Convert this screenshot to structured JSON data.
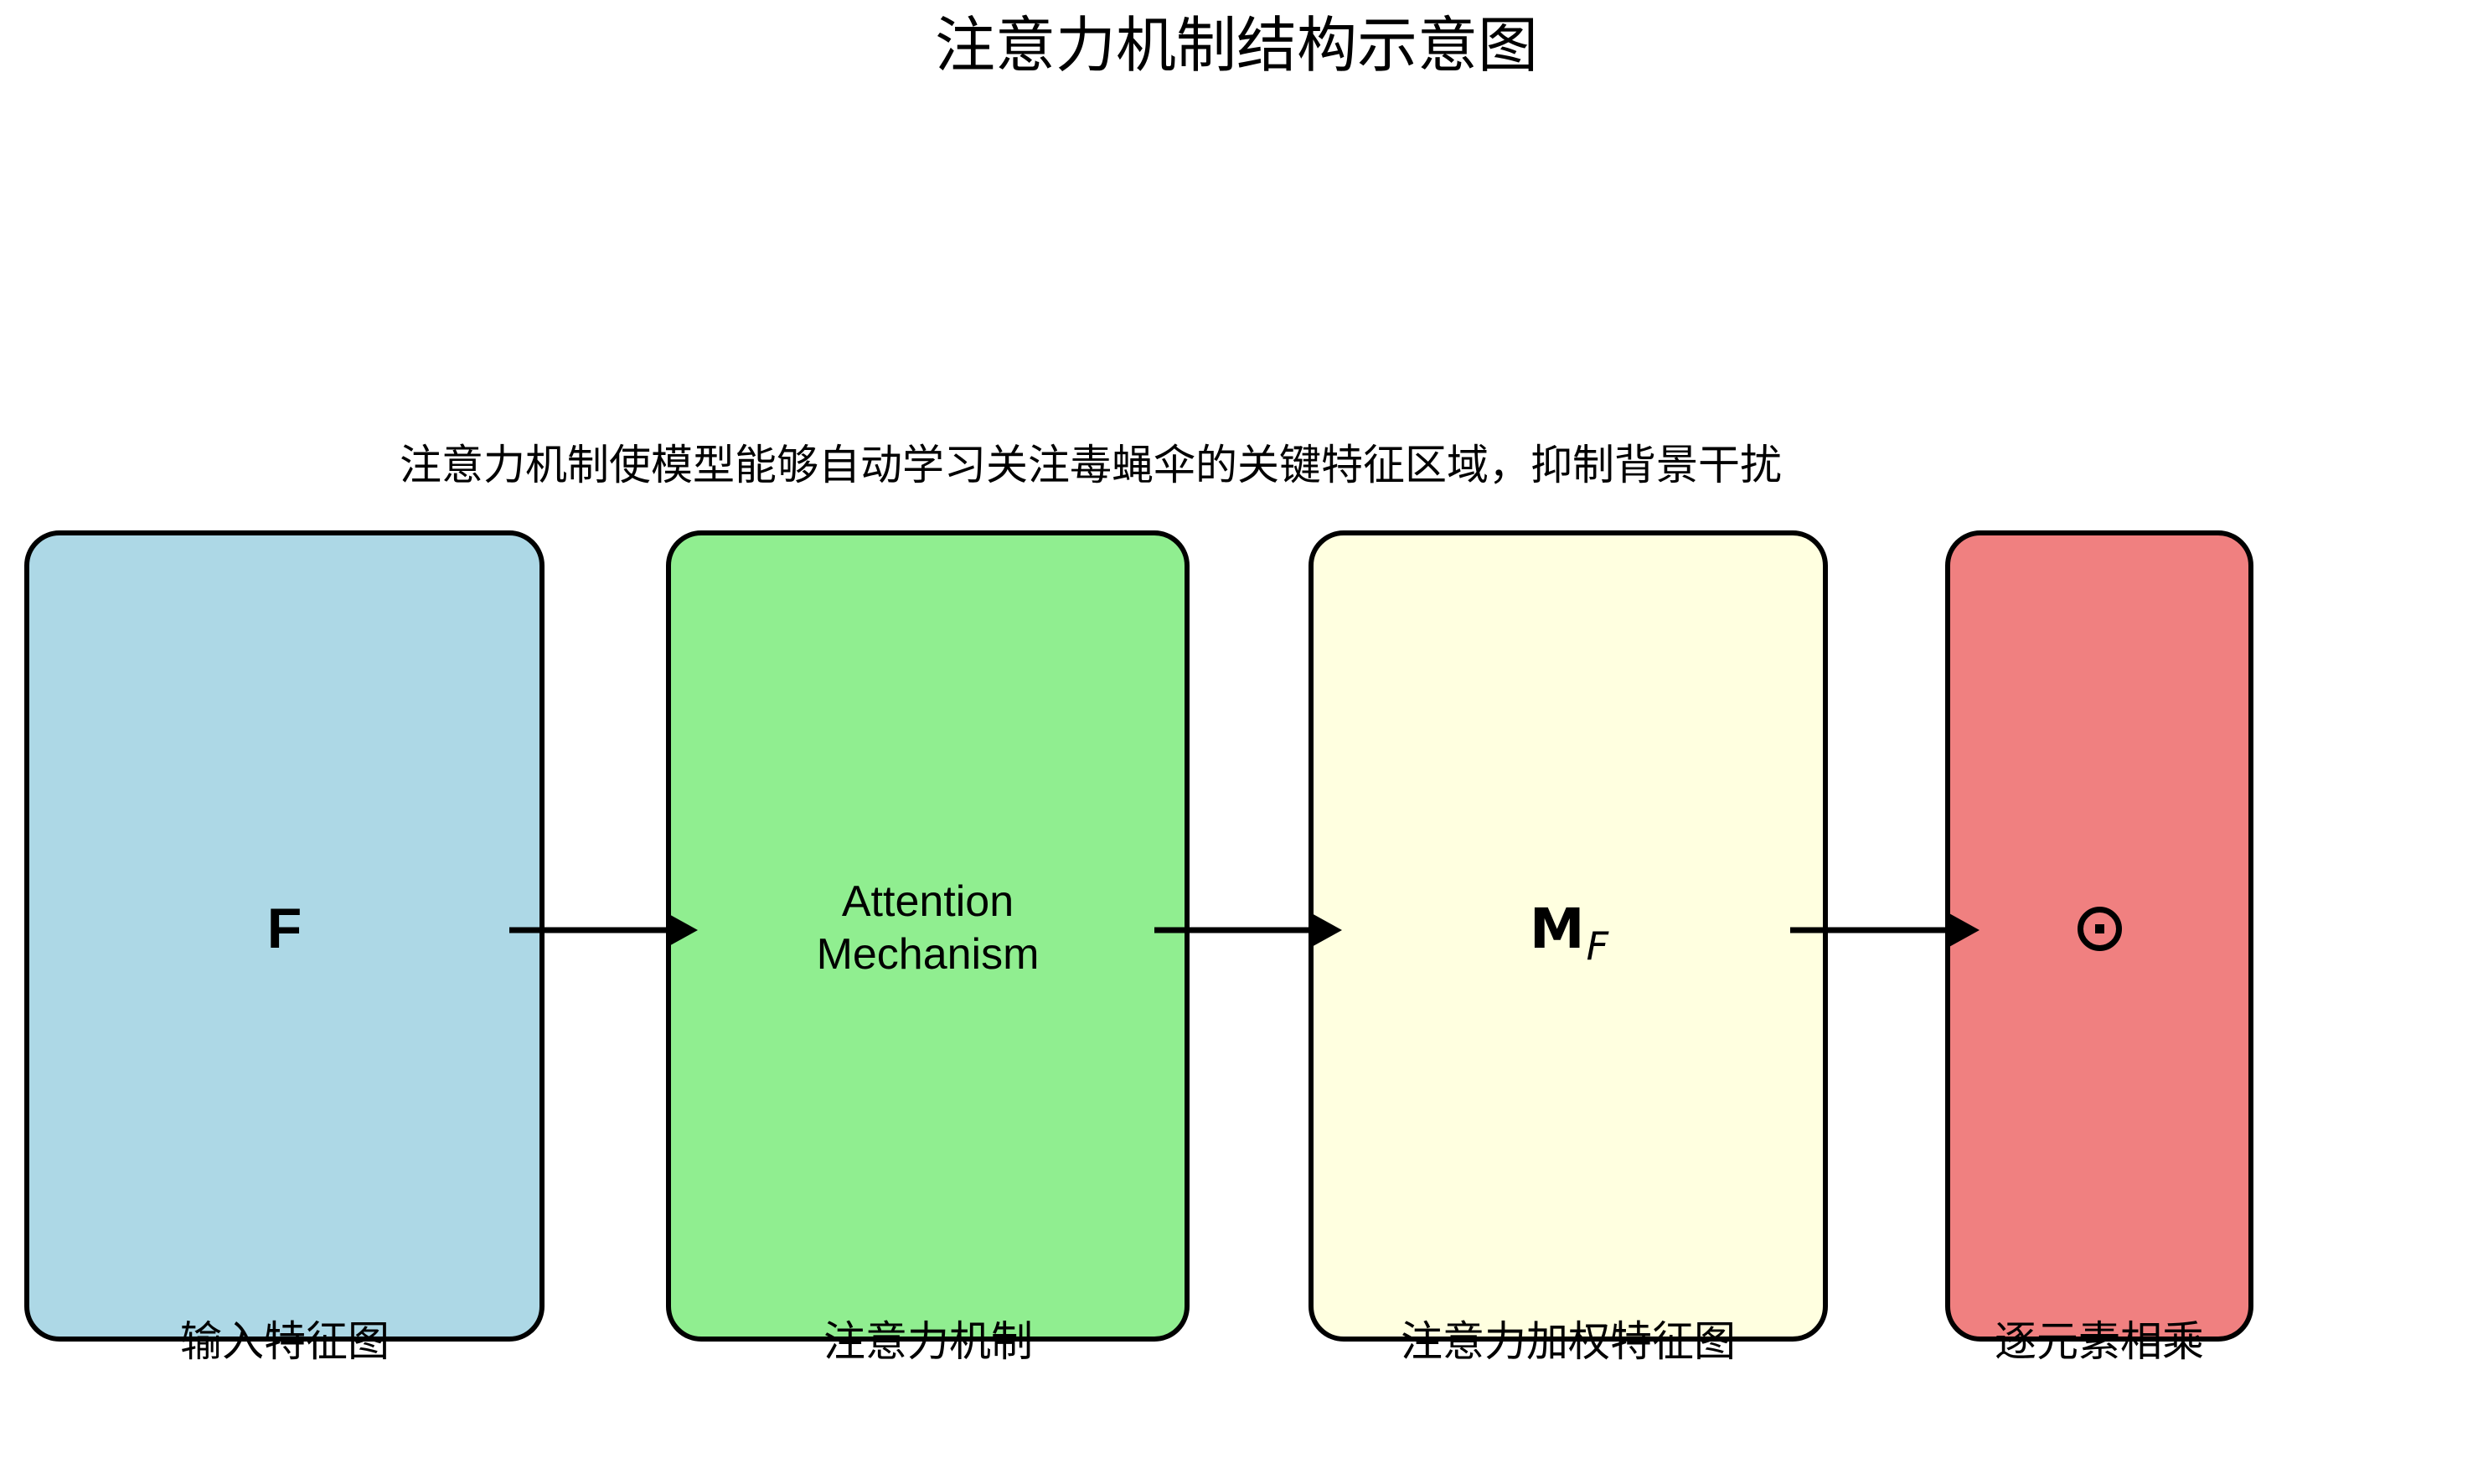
{
  "page": {
    "background": "#FFFFFF",
    "text_color": "#000000"
  },
  "title": "注意力机制结构示意图",
  "subtitle": "注意力机制使模型能够自动学习关注毒蝇伞的关键特征区域，抑制背景干扰",
  "nodes": [
    {
      "id": "input-feature-map",
      "label": "F",
      "caption": "输入特征图",
      "fill": "#ADD8E6",
      "border": "#000000"
    },
    {
      "id": "attention-mechanism",
      "label_line1": "Attention",
      "label_line2": "Mechanism",
      "caption": "注意力机制",
      "fill": "#90EE90",
      "border": "#000000"
    },
    {
      "id": "attention-weighted-feature-map",
      "label_main": "M",
      "label_subscript": "F",
      "caption": "注意力加权特征图",
      "fill": "#FFFFE0",
      "border": "#000000"
    },
    {
      "id": "elementwise-multiply",
      "symbol": "⊙",
      "symbol_name": "circled-dot-operator",
      "caption": "逐元素相乘",
      "fill": "#F08080",
      "border": "#000000"
    }
  ],
  "edges": [
    {
      "from": "input-feature-map",
      "to": "attention-mechanism"
    },
    {
      "from": "attention-mechanism",
      "to": "attention-weighted-feature-map"
    },
    {
      "from": "attention-weighted-feature-map",
      "to": "elementwise-multiply"
    }
  ],
  "arrow_color": "#000000"
}
